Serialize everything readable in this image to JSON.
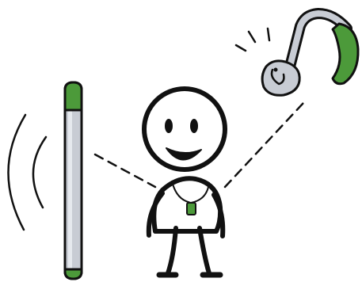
{
  "scene": {
    "elements": [
      "sound-waves",
      "transmitter-pole",
      "person-figure",
      "pendant-receiver",
      "hearing-aid",
      "connection-lines"
    ]
  },
  "colors": {
    "outline": "#111111",
    "accent_green": "#4c9a3a",
    "device_gray": "#c8ccd4",
    "device_gray_light": "#e6e9ee",
    "background": "#ffffff"
  },
  "icons": {
    "pole": "transmitter-pole-icon",
    "person": "person-icon",
    "pendant": "pendant-icon",
    "hearing_aid": "hearing-aid-icon",
    "waves": "sound-wave-icon"
  }
}
